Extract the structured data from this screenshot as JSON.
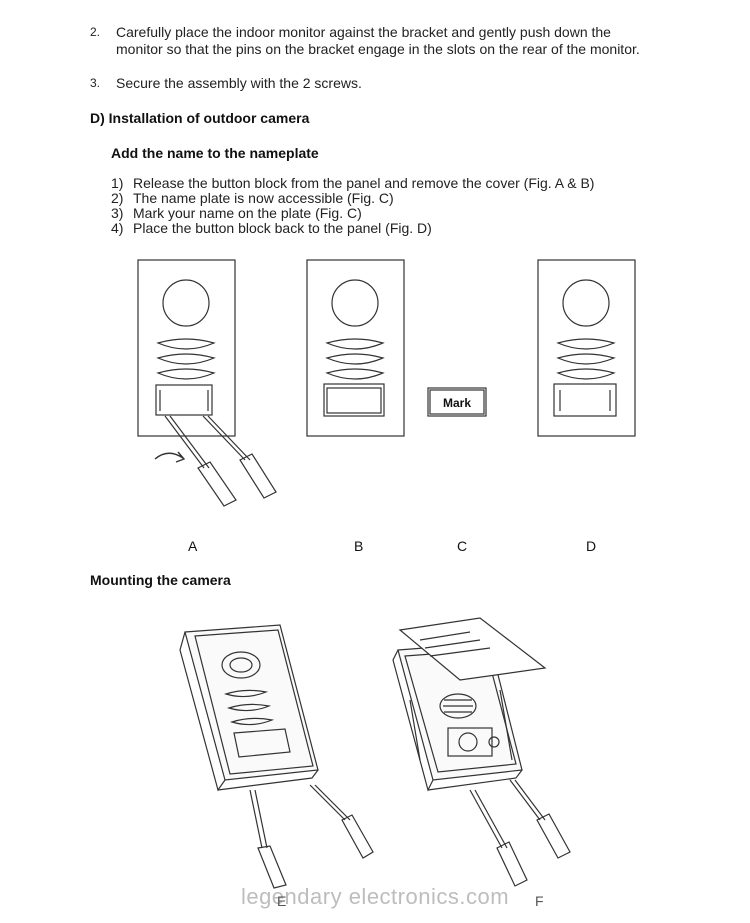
{
  "steps": [
    {
      "num": "2.",
      "text": "Carefully place the indoor monitor against the bracket and gently push down the monitor so that the pins on the bracket engage in the slots on the rear of the monitor."
    },
    {
      "num": "3.",
      "text": "Secure the assembly with the 2 screws."
    }
  ],
  "section_d": {
    "title": "D) Installation of outdoor camera",
    "subtitle": "Add the name to the nameplate",
    "items": [
      {
        "num": "1)",
        "text": "Release the button block from the panel and remove the cover (Fig. A & B)"
      },
      {
        "num": "2)",
        "text": "The name plate is now accessible (Fig. C)"
      },
      {
        "num": "3)",
        "text": "Mark your name on the plate (Fig. C)"
      },
      {
        "num": "4)",
        "text": "Place the button block back to the panel (Fig. D)"
      }
    ],
    "figure_labels": [
      "A",
      "B",
      "C",
      "D"
    ],
    "nameplate_text": "Mark"
  },
  "mounting": {
    "title": "Mounting the camera",
    "figure_labels": [
      "E",
      "F"
    ]
  },
  "watermark": "legendary electronics.com"
}
